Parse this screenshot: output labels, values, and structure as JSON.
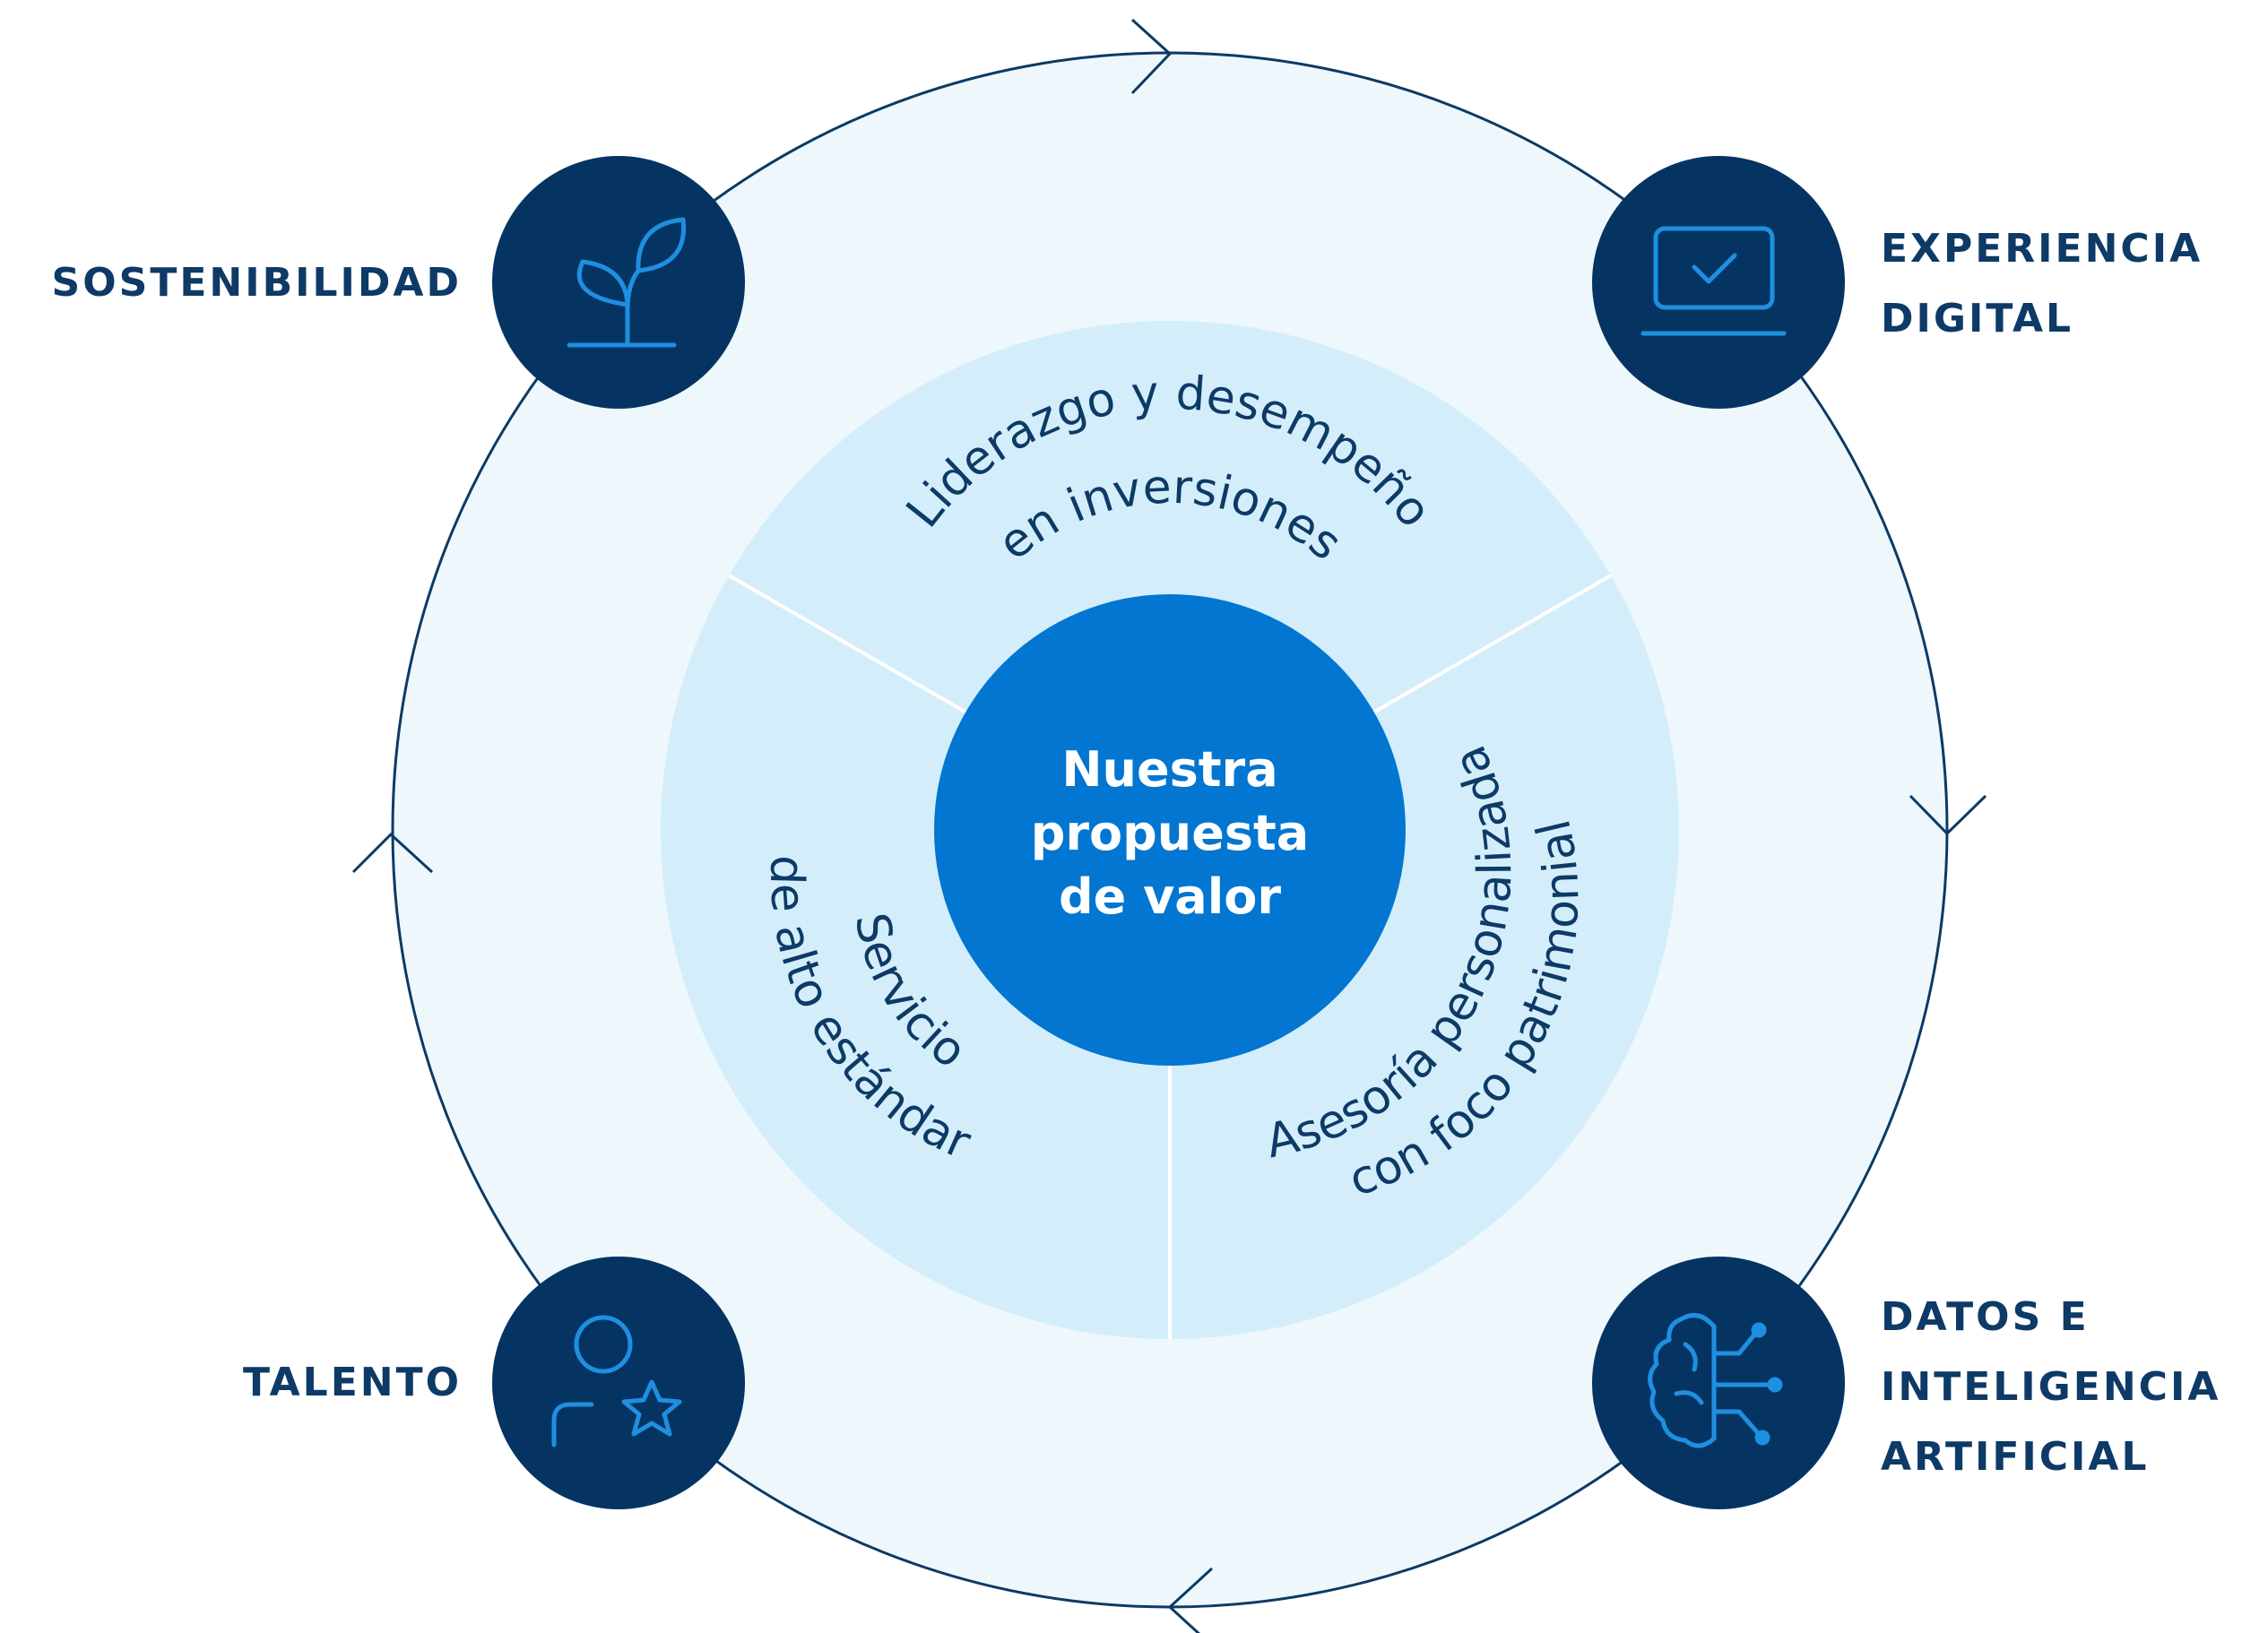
{
  "center": {
    "lines": [
      "Nuestra",
      "propuesta",
      "de valor"
    ]
  },
  "segments": [
    {
      "lines": [
        "Liderazgo y desempeño",
        "en inversiones"
      ]
    },
    {
      "lines": [
        "Asesoría personalizada",
        "con foco patrimonial"
      ]
    },
    {
      "lines": [
        "Servicio",
        "de alto estándar"
      ]
    }
  ],
  "pillars": {
    "top_left": {
      "lines": [
        "SOSTENIBILIDAD"
      ],
      "icon": "sprout-icon"
    },
    "top_right": {
      "lines": [
        "EXPERIENCIA",
        "DIGITAL"
      ],
      "icon": "laptop-check-icon"
    },
    "bottom_left": {
      "lines": [
        "TALENTO"
      ],
      "icon": "person-star-icon"
    },
    "bottom_right": {
      "lines": [
        "DATOS E",
        "INTELIGENCIA",
        "ARTIFICIAL"
      ],
      "icon": "brain-circuit-icon"
    }
  },
  "colors": {
    "outer_ring_fill": "#eef8fc",
    "outer_ring_stroke": "#0d3a66",
    "segment_fill": "#d3eefa",
    "divider": "#ffffff",
    "center_fill": "#0276d0",
    "pillar_circle": "#053463",
    "icon_accent": "#1f8fe0",
    "text_dark": "#0d3a66"
  }
}
